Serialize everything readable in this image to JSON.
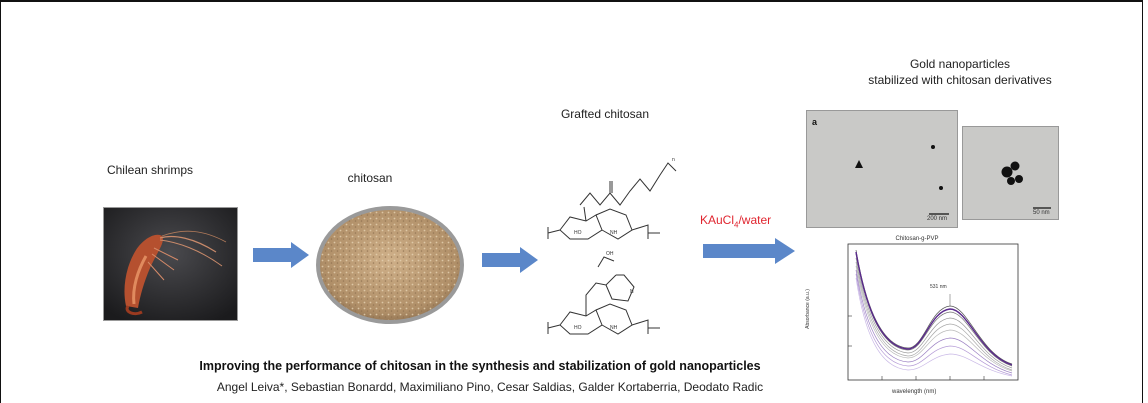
{
  "labels": {
    "shrimps": "Chilean shrimps",
    "chitosan": "chitosan",
    "grafted": "Grafted chitosan",
    "gold_line1": "Gold nanoparticles",
    "gold_line2": "stabilized with chitosan derivatives"
  },
  "reagent": {
    "main": "KAuCl",
    "sub": "4",
    "tail": "/water"
  },
  "tem": {
    "panel_letter": "a",
    "scale_left": "200 nm",
    "scale_right": "50 nm"
  },
  "spectrum": {
    "title": "Chitosan-g-PVP",
    "peak_label": "531 nm",
    "xlabel": "wavelength (nm)",
    "ylabel": "Absorbance (a.u.)"
  },
  "caption": {
    "title": "Improving the performance of chitosan in the synthesis and stabilization of gold nanoparticles",
    "authors": "Angel Leiva*, Sebastian Bonardd, Maximiliano Pino, Cesar Saldias, Galder Kortaberria, Deodato Radic"
  },
  "colors": {
    "arrow": "#5b87c9",
    "reagent": "#e0252f",
    "spectrum_main": "#5a2a8c"
  }
}
